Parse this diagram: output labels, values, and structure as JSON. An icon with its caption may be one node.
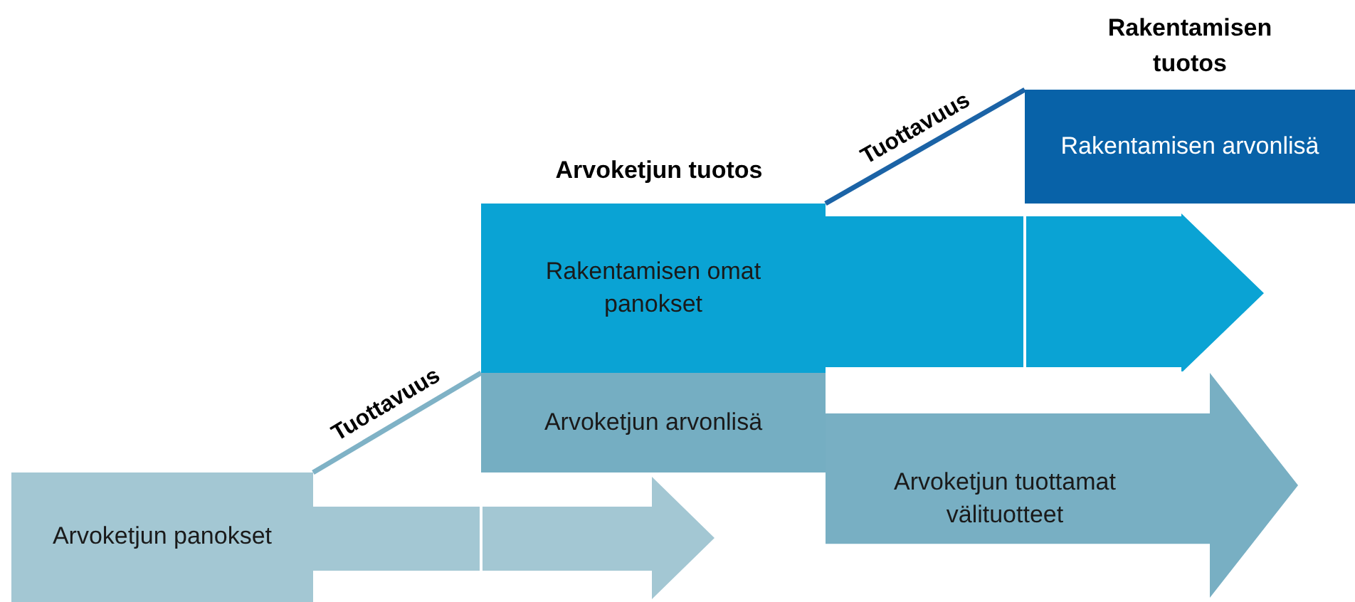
{
  "diagram": {
    "nodes": [
      {
        "text": [
          "Arvoketjun panokset"
        ]
      },
      {
        "text": [
          "Rakentamisen omat panokset"
        ]
      },
      {
        "text": [
          "Arvoketjun arvonlisä"
        ]
      },
      {
        "text": [
          "Arvoketjun tuottamat välituotteet"
        ]
      },
      {
        "text": [
          "Rakentamisen arvonlisä"
        ]
      }
    ],
    "edges": [
      {
        "from": 0,
        "to": null,
        "arrow": "to",
        "style": "thick",
        "color": "#a3c7d3"
      },
      {
        "from": 1,
        "to": null,
        "arrow": "to",
        "style": "thick",
        "color": "#0aa3d4"
      },
      {
        "from": 0,
        "to": 2,
        "arrow": "none",
        "label": "Tuottavuus",
        "color": "#7fb2c6"
      },
      {
        "from": 1,
        "to": 4,
        "arrow": "none",
        "label": "Tuottavuus",
        "color": "#1b63a6"
      }
    ],
    "labels": [
      "Rakentamisen tuotos",
      "Arvoketjun tuotos"
    ]
  }
}
